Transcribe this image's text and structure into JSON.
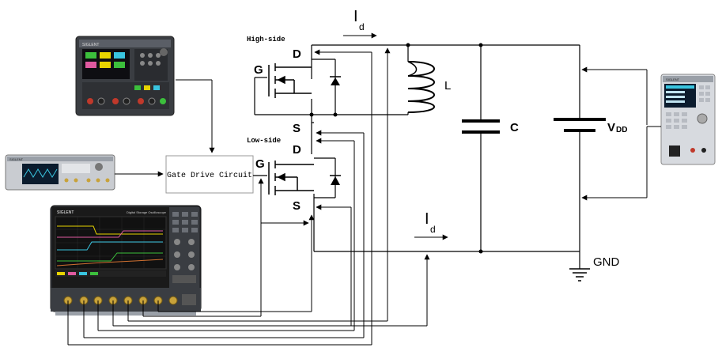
{
  "labels": {
    "id_top_main": "I",
    "id_top_sub": "d",
    "id_bottom_main": "I",
    "id_bottom_sub": "d",
    "high_side": "High-side",
    "low_side": "Low-side",
    "gate_drive": "Gate Drive Circuit",
    "g_high": "G",
    "d_high": "D",
    "s_high": "S",
    "g_low": "G",
    "d_low": "D",
    "s_low": "S",
    "inductor": "L",
    "capacitor": "C",
    "vdd_main": "V",
    "vdd_sub": "DD",
    "gnd": "GND"
  },
  "instruments": {
    "power_supply_brand": "SIGLENT",
    "signal_gen_brand": "SIGLENT",
    "scope_brand": "SIGLENT",
    "scope_model": "Digital Storage Oscilloscope",
    "load_brand": "SIGLENT"
  },
  "colors": {
    "wire": "#000000",
    "scope_screen": "#1a1a1a",
    "screen_trace_yellow": "#e8d400",
    "screen_trace_pink": "#e05aa0",
    "screen_trace_cyan": "#39c5e0",
    "screen_trace_green": "#3cbf3c",
    "probe_gold": "#c8a23a"
  }
}
